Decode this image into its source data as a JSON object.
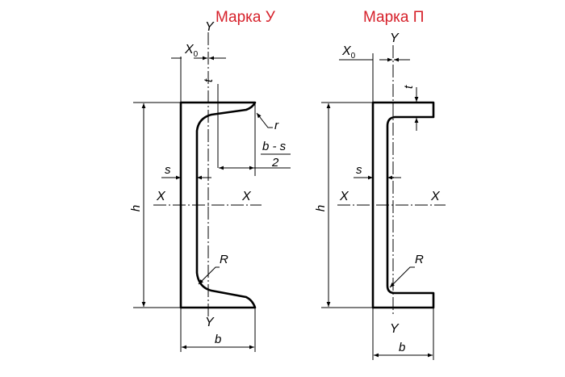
{
  "colors": {
    "title": "#d6202a",
    "line": "#000000"
  },
  "left": {
    "title": "Марка У",
    "labels": {
      "y_top": "Y",
      "y_bottom": "Y",
      "x_left": "X",
      "x_right": "X",
      "x0": "X",
      "x0_sub": "0",
      "t": "t",
      "r": "r",
      "R": "R",
      "s": "s",
      "h": "h",
      "b": "b",
      "frac_num": "b - s",
      "frac_den": "2"
    }
  },
  "right": {
    "title": "Марка П",
    "labels": {
      "y_top": "Y",
      "y_bottom": "Y",
      "x_left": "X",
      "x_right": "X",
      "x0": "X",
      "x0_sub": "0",
      "t": "t",
      "R": "R",
      "s": "s",
      "h": "h",
      "b": "b"
    }
  }
}
